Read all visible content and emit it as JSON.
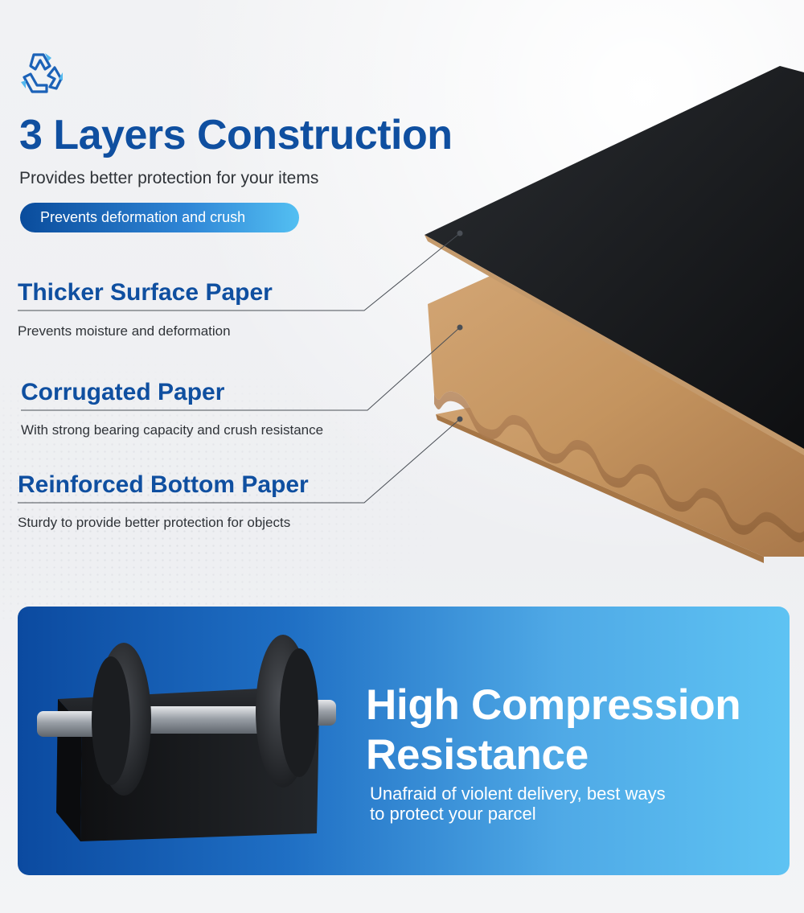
{
  "header": {
    "icon": "recycle-icon",
    "title": "3 Layers Construction",
    "subtitle": "Provides better protection for your items",
    "pill": "Prevents deformation and crush"
  },
  "layers": [
    {
      "title": "Thicker Surface Paper",
      "description": "Prevents moisture and deformation"
    },
    {
      "title": "Corrugated Paper",
      "description": "With strong bearing capacity and crush resistance"
    },
    {
      "title": "Reinforced Bottom Paper",
      "description": "Sturdy to provide better protection for objects"
    }
  ],
  "compression": {
    "title_line1": "High Compression",
    "title_line2": "Resistance",
    "desc_line1": "Unafraid of violent delivery, best ways",
    "desc_line2": "to protect your parcel"
  },
  "colors": {
    "brand_blue": "#0f4fa0",
    "accent_light": "#5ec3f3",
    "kraft": "#c79a6a",
    "surface_black": "#15171a"
  }
}
